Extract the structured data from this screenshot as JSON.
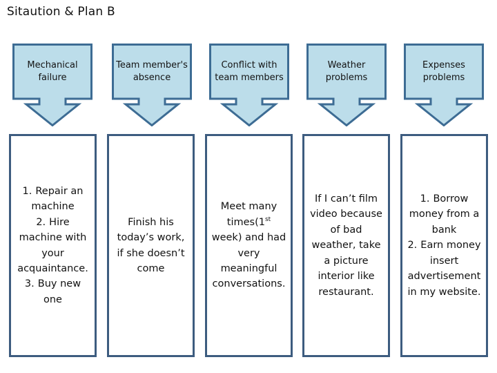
{
  "title": "Sitaution & Plan B",
  "colors": {
    "shape_fill": "#BCDDEA",
    "shape_outline": "#3D6C94",
    "box_outline": "#3D5C7F",
    "text": "#111111",
    "background": "#FFFFFF"
  },
  "columns": [
    {
      "id": "mechanical-failure",
      "situation": "Mechanical failure",
      "plan_type": "ordered-list",
      "plan_items": [
        "Repair an machine",
        "Hire machine with your acquaintance.",
        "Buy new one"
      ],
      "plan_text": ""
    },
    {
      "id": "team-member-absence",
      "situation": "Team member's absence",
      "plan_type": "paragraph",
      "plan_items": [],
      "plan_text": "Finish his today’s work, if she doesn’t come"
    },
    {
      "id": "conflict-with-team-members",
      "situation": "Conflict with team members",
      "plan_type": "paragraph-sup",
      "plan_items": [],
      "plan_text_before": "Meet many times(1",
      "plan_text_sup": "st",
      "plan_text_after": " week) and had very meaningful conversations."
    },
    {
      "id": "weather-problems",
      "situation": "Weather problems",
      "plan_type": "paragraph",
      "plan_items": [],
      "plan_text": "If I can’t film video because of bad weather, take a picture interior like restaurant."
    },
    {
      "id": "expenses-problems",
      "situation": "Expenses problems",
      "plan_type": "ordered-list",
      "plan_items": [
        "Borrow money from a bank",
        "Earn money insert advertisement in my website."
      ],
      "plan_text": ""
    }
  ]
}
